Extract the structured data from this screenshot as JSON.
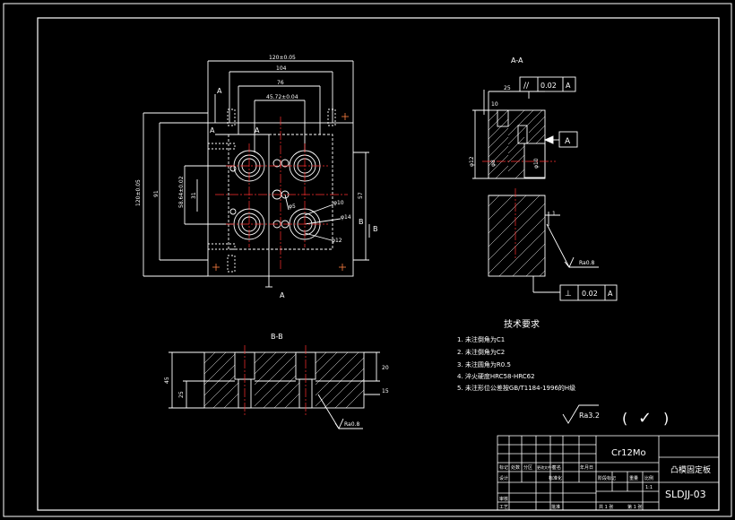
{
  "colors": {
    "background": "#000000",
    "lines": "#ffffff",
    "centerline": "#ff3030",
    "hatch": "#ffffff"
  },
  "plan_view": {
    "dims": [
      "120±0.05",
      "104",
      "76",
      "45.72±0.04",
      "120±0.05",
      "91",
      "58.64±0.02",
      "31",
      "57"
    ],
    "section_marks": [
      "A",
      "A",
      "A",
      "A",
      "B",
      "B"
    ],
    "hole_labels": [
      "φ10",
      "φ14",
      "φ12",
      "φ5"
    ]
  },
  "section_aa": {
    "title": "A-A",
    "tolerance_top": {
      "symbol": "//",
      "value": "0.02",
      "datum": "A"
    },
    "datum_mark": "A",
    "dims": [
      "25",
      "10",
      "φ12",
      "φ8",
      "φ10",
      "1"
    ],
    "roughness": "Ra0.8",
    "tolerance_bottom": {
      "symbol": "⊥",
      "value": "0.02",
      "datum": "A"
    }
  },
  "section_bb": {
    "title": "B-B",
    "dims": [
      "45",
      "25",
      "20",
      "15"
    ],
    "roughness": "Ra0.8"
  },
  "tech_requirements": {
    "title": "技术要求",
    "items": [
      "1. 未注倒角为C1",
      "2. 未注倒角为C2",
      "3. 未注圆角为R0.5",
      "4. 淬火硬度HRC58-HRC62",
      "5. 未注形位公差按GB/T1184-1996的H级"
    ]
  },
  "surface_finish": {
    "symbol": "Ra3.2",
    "paren_open": "(",
    "check": "✓",
    "paren_close": ")"
  },
  "title_block": {
    "material": "Cr12Mo",
    "part_name": "凸模固定板",
    "drawing_no": "SLDJJ-03",
    "left_labels": [
      "标记",
      "处数",
      "分区",
      "更改文件号",
      "签名",
      "年月日",
      "设计",
      "审核",
      "工艺",
      "标准化",
      "批准"
    ],
    "right_labels": [
      "阶段标记",
      "重量",
      "比例",
      "1:1",
      "共 1 张",
      "第 1 张"
    ]
  }
}
